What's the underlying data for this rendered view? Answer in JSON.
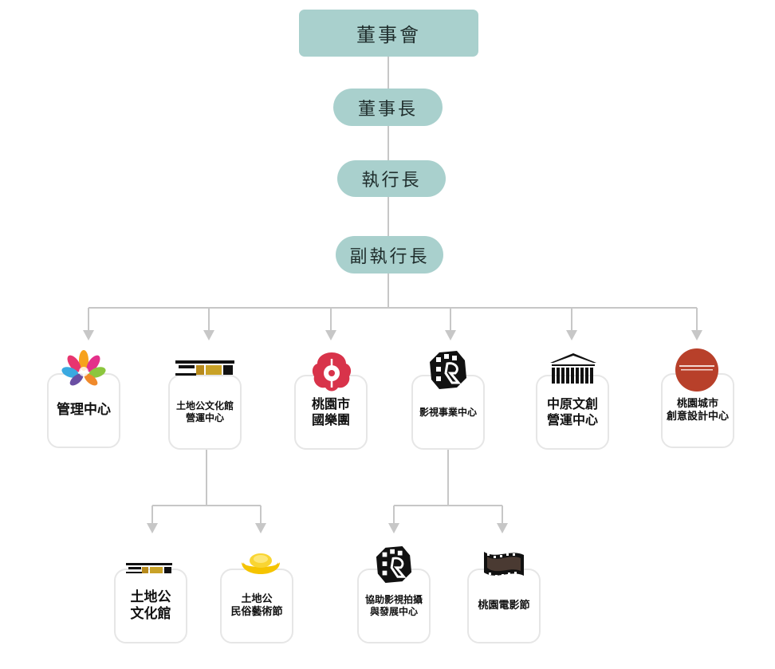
{
  "board": "董事會",
  "chairman": "董事長",
  "ceo": "執行長",
  "deputy_ceo": "副執行長",
  "units": {
    "management": {
      "line1": "管理中心"
    },
    "land_god_center": {
      "line1": "土地公文化館",
      "line2": "營運中心"
    },
    "orchestra": {
      "line1": "桃園市",
      "line2": "國樂團"
    },
    "film_center": {
      "line1": "影視事業中心"
    },
    "zhongyuan": {
      "line1": "中原文創",
      "line2": "營運中心"
    },
    "city_design": {
      "line1": "桃園城市",
      "line2": "創意設計中心"
    },
    "land_god_museum": {
      "line1": "土地公",
      "line2": "文化館"
    },
    "folk_festival": {
      "line1": "土地公",
      "line2": "民俗藝術節"
    },
    "film_assist": {
      "line1": "協助影視拍攝",
      "line2": "與發展中心"
    },
    "film_festival": {
      "line1": "桃園電影節"
    }
  },
  "colors": {
    "pill": "#a9d0cd",
    "connector": "#c7c7c7",
    "design_logo": "#b8402a"
  },
  "icons": [
    "flower-logo",
    "museum-roof-logo",
    "orchestra-emblem-logo",
    "film-reel-logo",
    "building-logo",
    "city-design-logo",
    "gold-ingot-logo",
    "film-strip-logo"
  ]
}
